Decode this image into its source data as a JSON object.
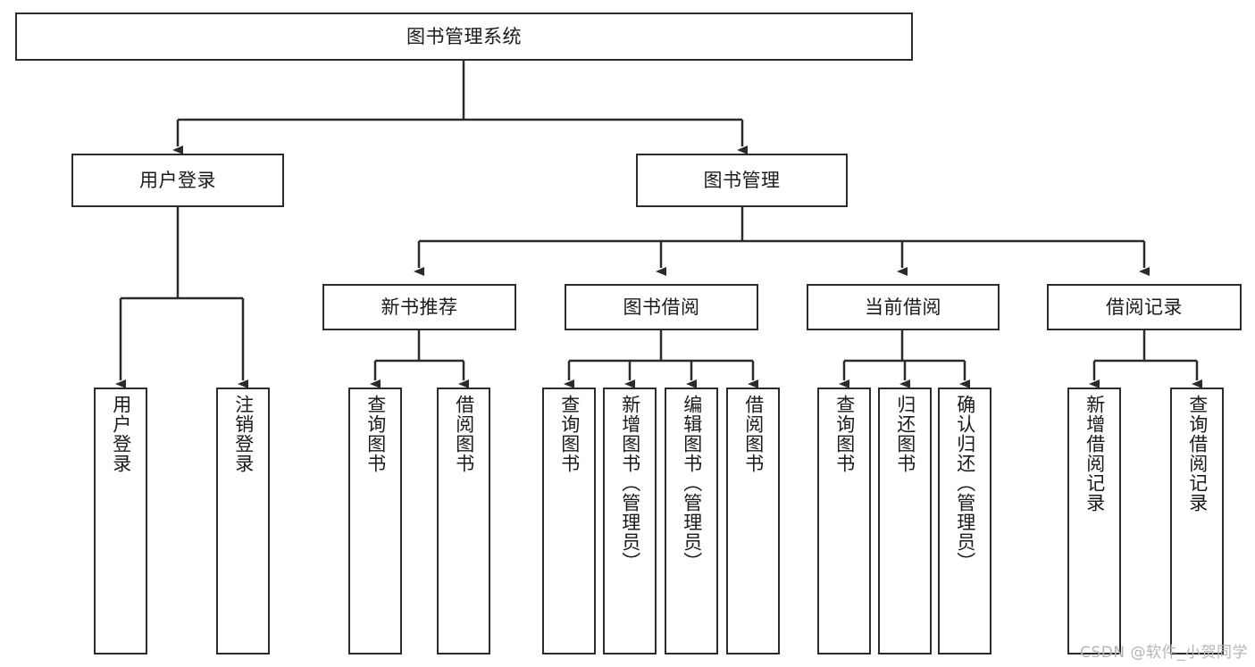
{
  "diagram": {
    "kind": "functional-structure-tree",
    "root": {
      "id": "root",
      "label": "图书管理系统",
      "orientation": "horizontal"
    },
    "level2": [
      {
        "id": "user-login",
        "label": "用户登录",
        "orientation": "horizontal"
      },
      {
        "id": "book-manage",
        "label": "图书管理",
        "orientation": "horizontal"
      }
    ],
    "level3": [
      {
        "id": "new-book-recommend",
        "label": "新书推荐",
        "orientation": "horizontal"
      },
      {
        "id": "book-borrow",
        "label": "图书借阅",
        "orientation": "horizontal"
      },
      {
        "id": "current-borrow",
        "label": "当前借阅",
        "orientation": "horizontal"
      },
      {
        "id": "borrow-record",
        "label": "借阅记录",
        "orientation": "horizontal"
      }
    ],
    "leaves": [
      {
        "id": "leaf-user-login",
        "label": "用户登录",
        "parent": "user-login",
        "orientation": "vertical"
      },
      {
        "id": "leaf-user-logout",
        "label": "注销登录",
        "parent": "user-login",
        "orientation": "vertical"
      },
      {
        "id": "leaf-query-book-1",
        "label": "查询图书",
        "parent": "new-book-recommend",
        "orientation": "vertical"
      },
      {
        "id": "leaf-borrow-book-1",
        "label": "借阅图书",
        "parent": "new-book-recommend",
        "orientation": "vertical"
      },
      {
        "id": "leaf-query-book-2",
        "label": "查询图书",
        "parent": "book-borrow",
        "orientation": "vertical"
      },
      {
        "id": "leaf-add-book",
        "label": "新增图书（管理员）",
        "parent": "book-borrow",
        "orientation": "vertical"
      },
      {
        "id": "leaf-edit-book",
        "label": "编辑图书（管理员）",
        "parent": "book-borrow",
        "orientation": "vertical"
      },
      {
        "id": "leaf-borrow-book-2",
        "label": "借阅图书",
        "parent": "book-borrow",
        "orientation": "vertical"
      },
      {
        "id": "leaf-query-book-3",
        "label": "查询图书",
        "parent": "current-borrow",
        "orientation": "vertical"
      },
      {
        "id": "leaf-return-book",
        "label": "归还图书",
        "parent": "current-borrow",
        "orientation": "vertical"
      },
      {
        "id": "leaf-confirm-return",
        "label": "确认归还（管理员）",
        "parent": "current-borrow",
        "orientation": "vertical"
      },
      {
        "id": "leaf-add-record",
        "label": "新增借阅记录",
        "parent": "borrow-record",
        "orientation": "vertical"
      },
      {
        "id": "leaf-query-record",
        "label": "查询借阅记录",
        "parent": "borrow-record",
        "orientation": "vertical"
      }
    ],
    "watermark": "CSDN @软件_小贺同学",
    "colors": {
      "stroke": "#2b2b2b",
      "fill": "#ffffff",
      "text": "#1a1a1a",
      "watermark": "#b5b5b5"
    }
  }
}
